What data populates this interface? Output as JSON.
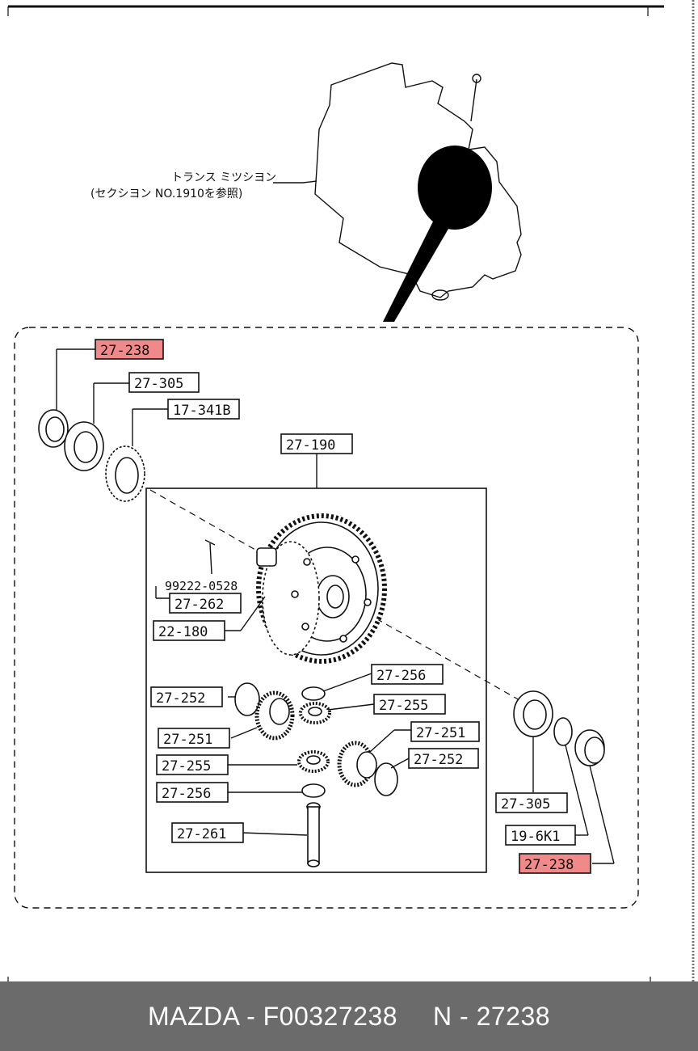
{
  "transmission_label": {
    "line1": "トランス ミツシヨン",
    "line2": "(セクシヨン NO.1910を参照)"
  },
  "parts": {
    "p_27_238_top": "27-238",
    "p_27_305_top": "27-305",
    "p_17_341B": "17-341B",
    "p_27_190": "27-190",
    "p_99222_0528": "99222-0528",
    "p_27_262": "27-262",
    "p_22_180": "22-180",
    "p_27_256_right": "27-256",
    "p_27_252_left": "27-252",
    "p_27_255_right": "27-255",
    "p_27_251_left": "27-251",
    "p_27_251_right": "27-251",
    "p_27_255_left": "27-255",
    "p_27_252_right": "27-252",
    "p_27_256_left": "27-256",
    "p_27_261": "27-261",
    "p_27_305_bottom": "27-305",
    "p_19_6K1": "19-6K1",
    "p_27_238_bottom": "27-238"
  },
  "highlight_color": "#f08a8a",
  "footer": {
    "brand_part": "MAZDA - F00327238",
    "ref": "N - 27238"
  }
}
